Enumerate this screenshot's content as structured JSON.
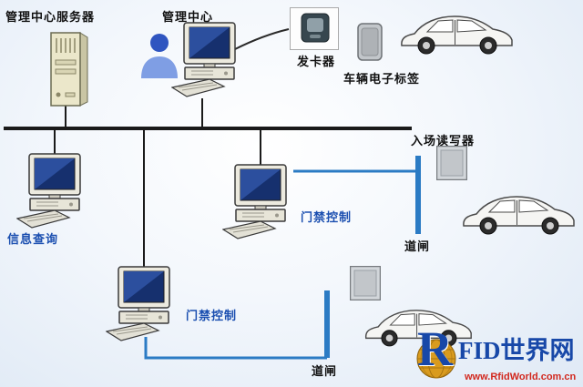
{
  "nodes": {
    "server_label": "管理中心服务器",
    "center_label": "管理中心",
    "card_issuer_label": "发卡器",
    "vehicle_tag_label": "车辆电子标签",
    "info_query_label": "信息查询",
    "access_control_right_label": "门禁控制",
    "access_control_bottom_label": "门禁控制",
    "entrance_reader_label": "入场读写器",
    "barrier_right_label": "道闸",
    "barrier_bottom_label": "道闸"
  },
  "logo": {
    "letter": "R",
    "name": "FID世界网",
    "url": "www.RfidWorld.com.cn"
  },
  "icons": {
    "server": "server-tower-icon",
    "operator": "person-icon",
    "workstation": "desktop-computer-icon",
    "card_issuer": "card-issuer-icon",
    "vehicle_tag": "rfid-tag-icon",
    "reader": "reader-panel-icon",
    "car": "car-icon",
    "globe": "globe-icon"
  },
  "colors": {
    "bus_line": "#1a1a1a",
    "link_line": "#2b7bc4",
    "label_blue": "#1b4fb0",
    "label_black": "#111111",
    "logo_blue": "#1848a8",
    "logo_red": "#d2281e",
    "globe_gold": "#d99b1e"
  }
}
